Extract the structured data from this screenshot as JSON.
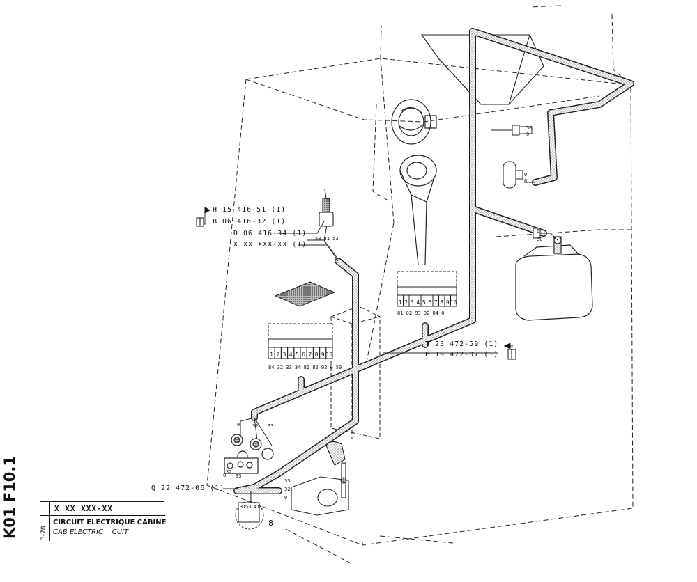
{
  "part_labels": {
    "h": "H 15 416-51 (1)",
    "b": "B 06 416-32 (1)",
    "d": "D 06 416-34 (1)",
    "x": "X XX XXX-XX (1)",
    "t": "T 23 472-59 (1)",
    "e": "E 19 472-07 (1)",
    "q": "Q 22 472-06 (1)"
  },
  "callout": "8",
  "wire_numbers": {
    "switch_terminals": "53 41 53",
    "left_lamp_group": [
      "0",
      "32",
      "33"
    ],
    "bottom_left_group": [
      "0",
      "32",
      "33"
    ],
    "motor": [
      "33",
      "32",
      "0"
    ],
    "wiper_switch": [
      "31",
      "53",
      "41"
    ],
    "tail_right": [
      "50",
      "0"
    ],
    "horn": [
      "0",
      "0"
    ],
    "tank_sender": [
      "0",
      "30"
    ]
  },
  "connector_left": {
    "pins": [
      "1",
      "2",
      "3",
      "4",
      "5",
      "6",
      "7",
      "8",
      "9",
      "10"
    ],
    "wires": "84 32 33 34 81 82 92 0 50"
  },
  "connector_right": {
    "pins": [
      "1",
      "2",
      "3",
      "4",
      "5",
      "6",
      "7",
      "8",
      "9",
      "10"
    ],
    "wires": "81 82 93 92 84 0"
  },
  "title_block": {
    "side_code": "K01 F10.1",
    "date": "3-78",
    "reference": "X XX XXX-XX",
    "title_fr": "CIRCUIT ELECTRIQUE CABINE",
    "title_en": "CAB ELECTRIC    CUIT"
  }
}
